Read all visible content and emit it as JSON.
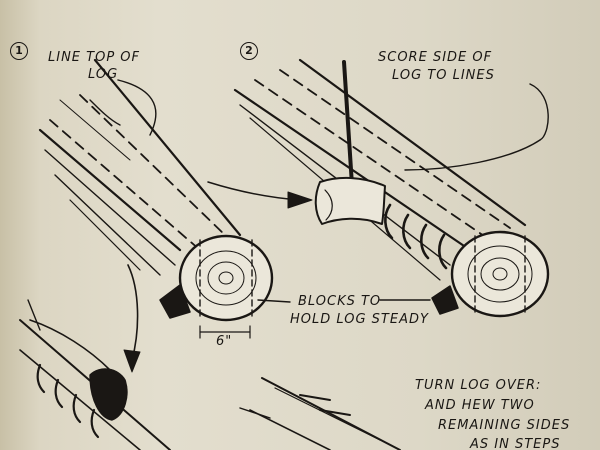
{
  "steps": [
    {
      "number": "1",
      "label_line1": "LINE TOP OF",
      "label_line2": "LOG"
    },
    {
      "number": "2",
      "label_line1": "SCORE SIDE OF",
      "label_line2": "LOG TO LINES"
    }
  ],
  "blocks_note": {
    "line1": "BLOCKS TO",
    "line2": "HOLD LOG STEADY"
  },
  "dimension": "6\"",
  "turn_note": {
    "line1": "TURN LOG OVER:",
    "line2": "AND HEW TWO",
    "line3": "REMAINING SIDES",
    "line4": "AS IN STEPS"
  },
  "colors": {
    "ink": "#1a1714",
    "paper": "#e3dece"
  }
}
